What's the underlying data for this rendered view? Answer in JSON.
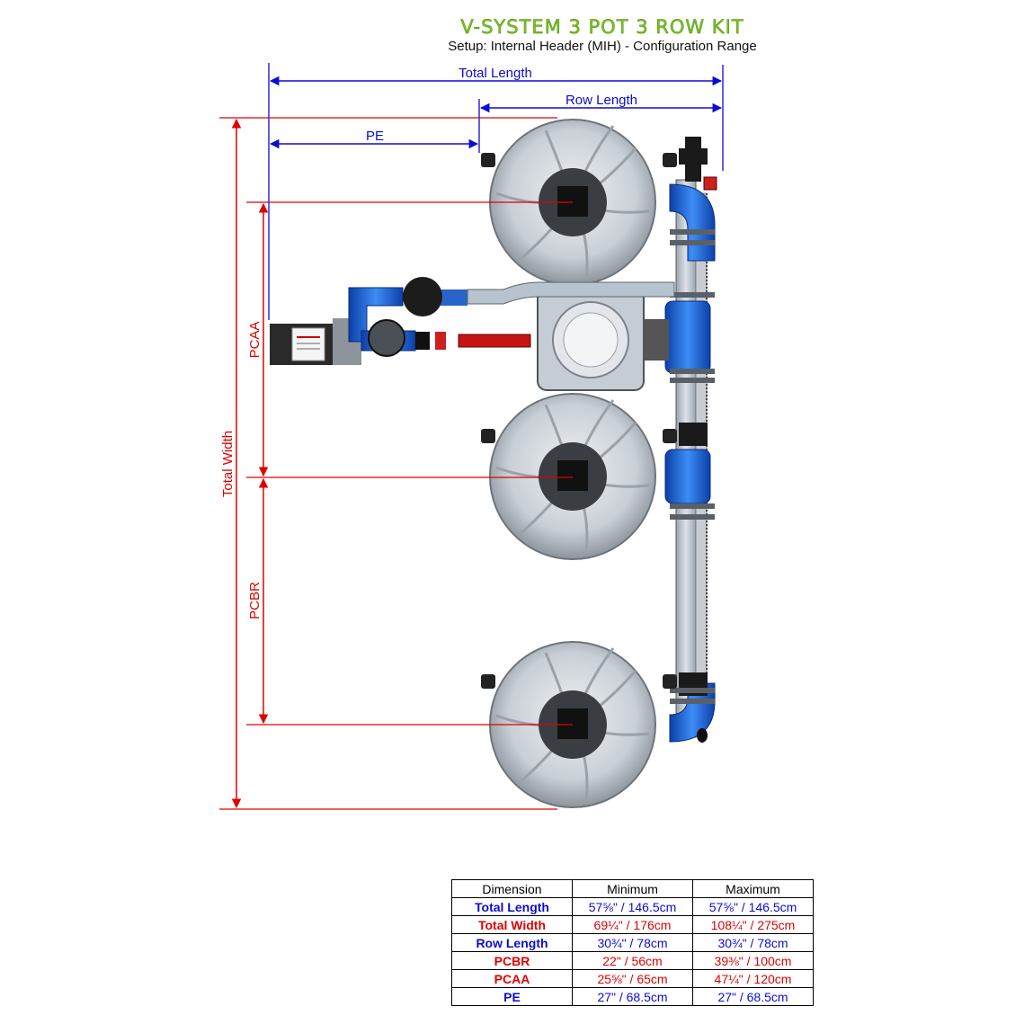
{
  "header": {
    "title": "V-SYSTEM 3 POT 3 ROW KIT",
    "subtitle": "Setup: Internal Header (MIH) - Configuration Range"
  },
  "dimensions": {
    "total_length": "Total Length",
    "row_length": "Row Length",
    "pe": "PE",
    "pcaa": "PCAA",
    "pcbr": "PCBR",
    "total_width": "Total Width"
  },
  "colors": {
    "blue_dimension": "#0b0bd6",
    "red_dimension": "#e00000",
    "title_green": "#7ac51f",
    "pipe_blue": "#1f6fe0"
  },
  "icons": [
    "pot-icon",
    "valve-icon",
    "pump-icon",
    "reservoir-icon",
    "header-pipe-icon"
  ],
  "table": {
    "headers": [
      "Dimension",
      "Minimum",
      "Maximum"
    ],
    "rows": [
      {
        "name": "Total Length",
        "min": "57⅝\" / 146.5cm",
        "max": "57⅝\" / 146.5cm",
        "color": "blue"
      },
      {
        "name": "Total Width",
        "min": "69¼\" / 176cm",
        "max": "108¼\" / 275cm",
        "color": "red"
      },
      {
        "name": "Row Length",
        "min": "30¾\" / 78cm",
        "max": "30¾\" / 78cm",
        "color": "blue"
      },
      {
        "name": "PCBR",
        "min": "22\" / 56cm",
        "max": "39⅜\" / 100cm",
        "color": "red"
      },
      {
        "name": "PCAA",
        "min": "25⅝\" / 65cm",
        "max": "47¼\" / 120cm",
        "color": "red"
      },
      {
        "name": "PE",
        "min": "27\" / 68.5cm",
        "max": "27\" / 68.5cm",
        "color": "blue"
      }
    ]
  }
}
